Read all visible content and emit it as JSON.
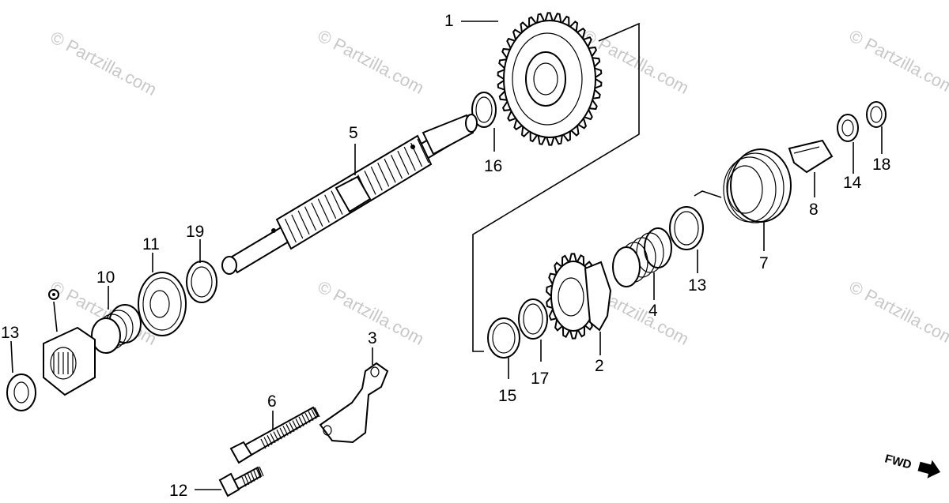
{
  "watermark": "© Partzilla.com",
  "direction_label": "FWD",
  "callouts": [
    {
      "id": "1",
      "text": "1"
    },
    {
      "id": "2",
      "text": "2"
    },
    {
      "id": "3",
      "text": "3"
    },
    {
      "id": "4",
      "text": "4"
    },
    {
      "id": "5",
      "text": "5"
    },
    {
      "id": "6",
      "text": "6"
    },
    {
      "id": "7",
      "text": "7"
    },
    {
      "id": "8",
      "text": "8"
    },
    {
      "id": "10",
      "text": "10"
    },
    {
      "id": "11",
      "text": "11"
    },
    {
      "id": "12",
      "text": "12"
    },
    {
      "id": "13a",
      "text": "13"
    },
    {
      "id": "13b",
      "text": "13"
    },
    {
      "id": "14",
      "text": "14"
    },
    {
      "id": "15",
      "text": "15"
    },
    {
      "id": "16",
      "text": "16"
    },
    {
      "id": "17",
      "text": "17"
    },
    {
      "id": "18",
      "text": "18"
    },
    {
      "id": "19",
      "text": "19"
    }
  ]
}
